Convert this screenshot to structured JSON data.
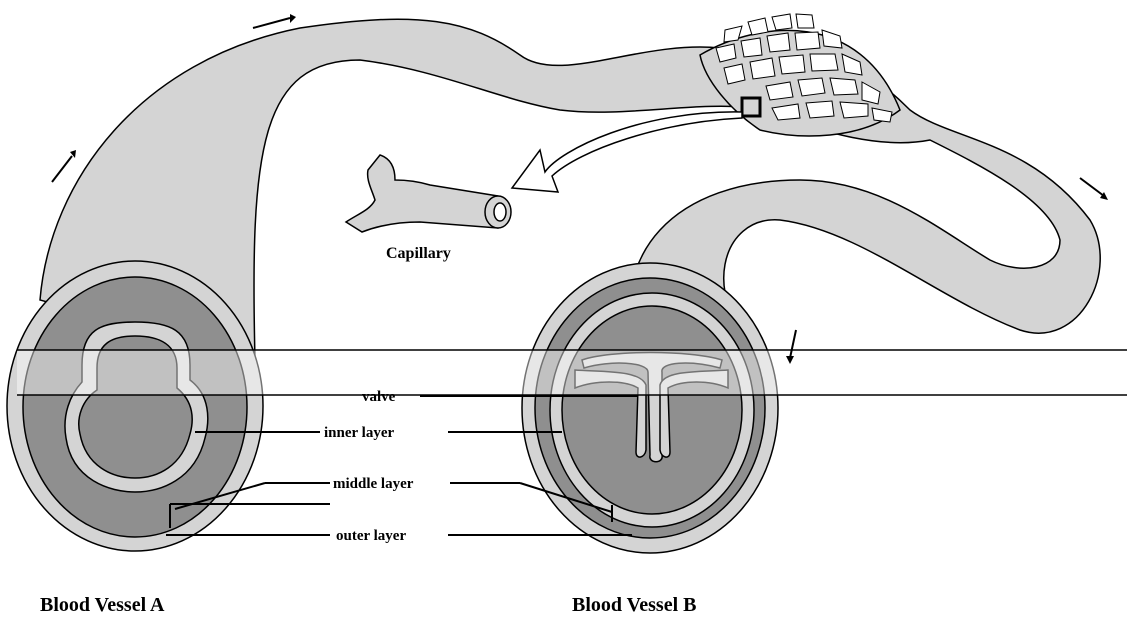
{
  "labels": {
    "valve": "valve",
    "inner_layer": "inner layer",
    "middle_layer": "middle layer",
    "outer_layer": "outer layer",
    "capillary": "Capillary"
  },
  "captions": {
    "vessel_a": "Blood Vessel A",
    "vessel_b": "Blood Vessel B"
  },
  "colors": {
    "light": "#d4d4d4",
    "medium": "#8f8f8f",
    "band": "#e6e6e6",
    "white": "#ffffff",
    "black": "#000000"
  }
}
